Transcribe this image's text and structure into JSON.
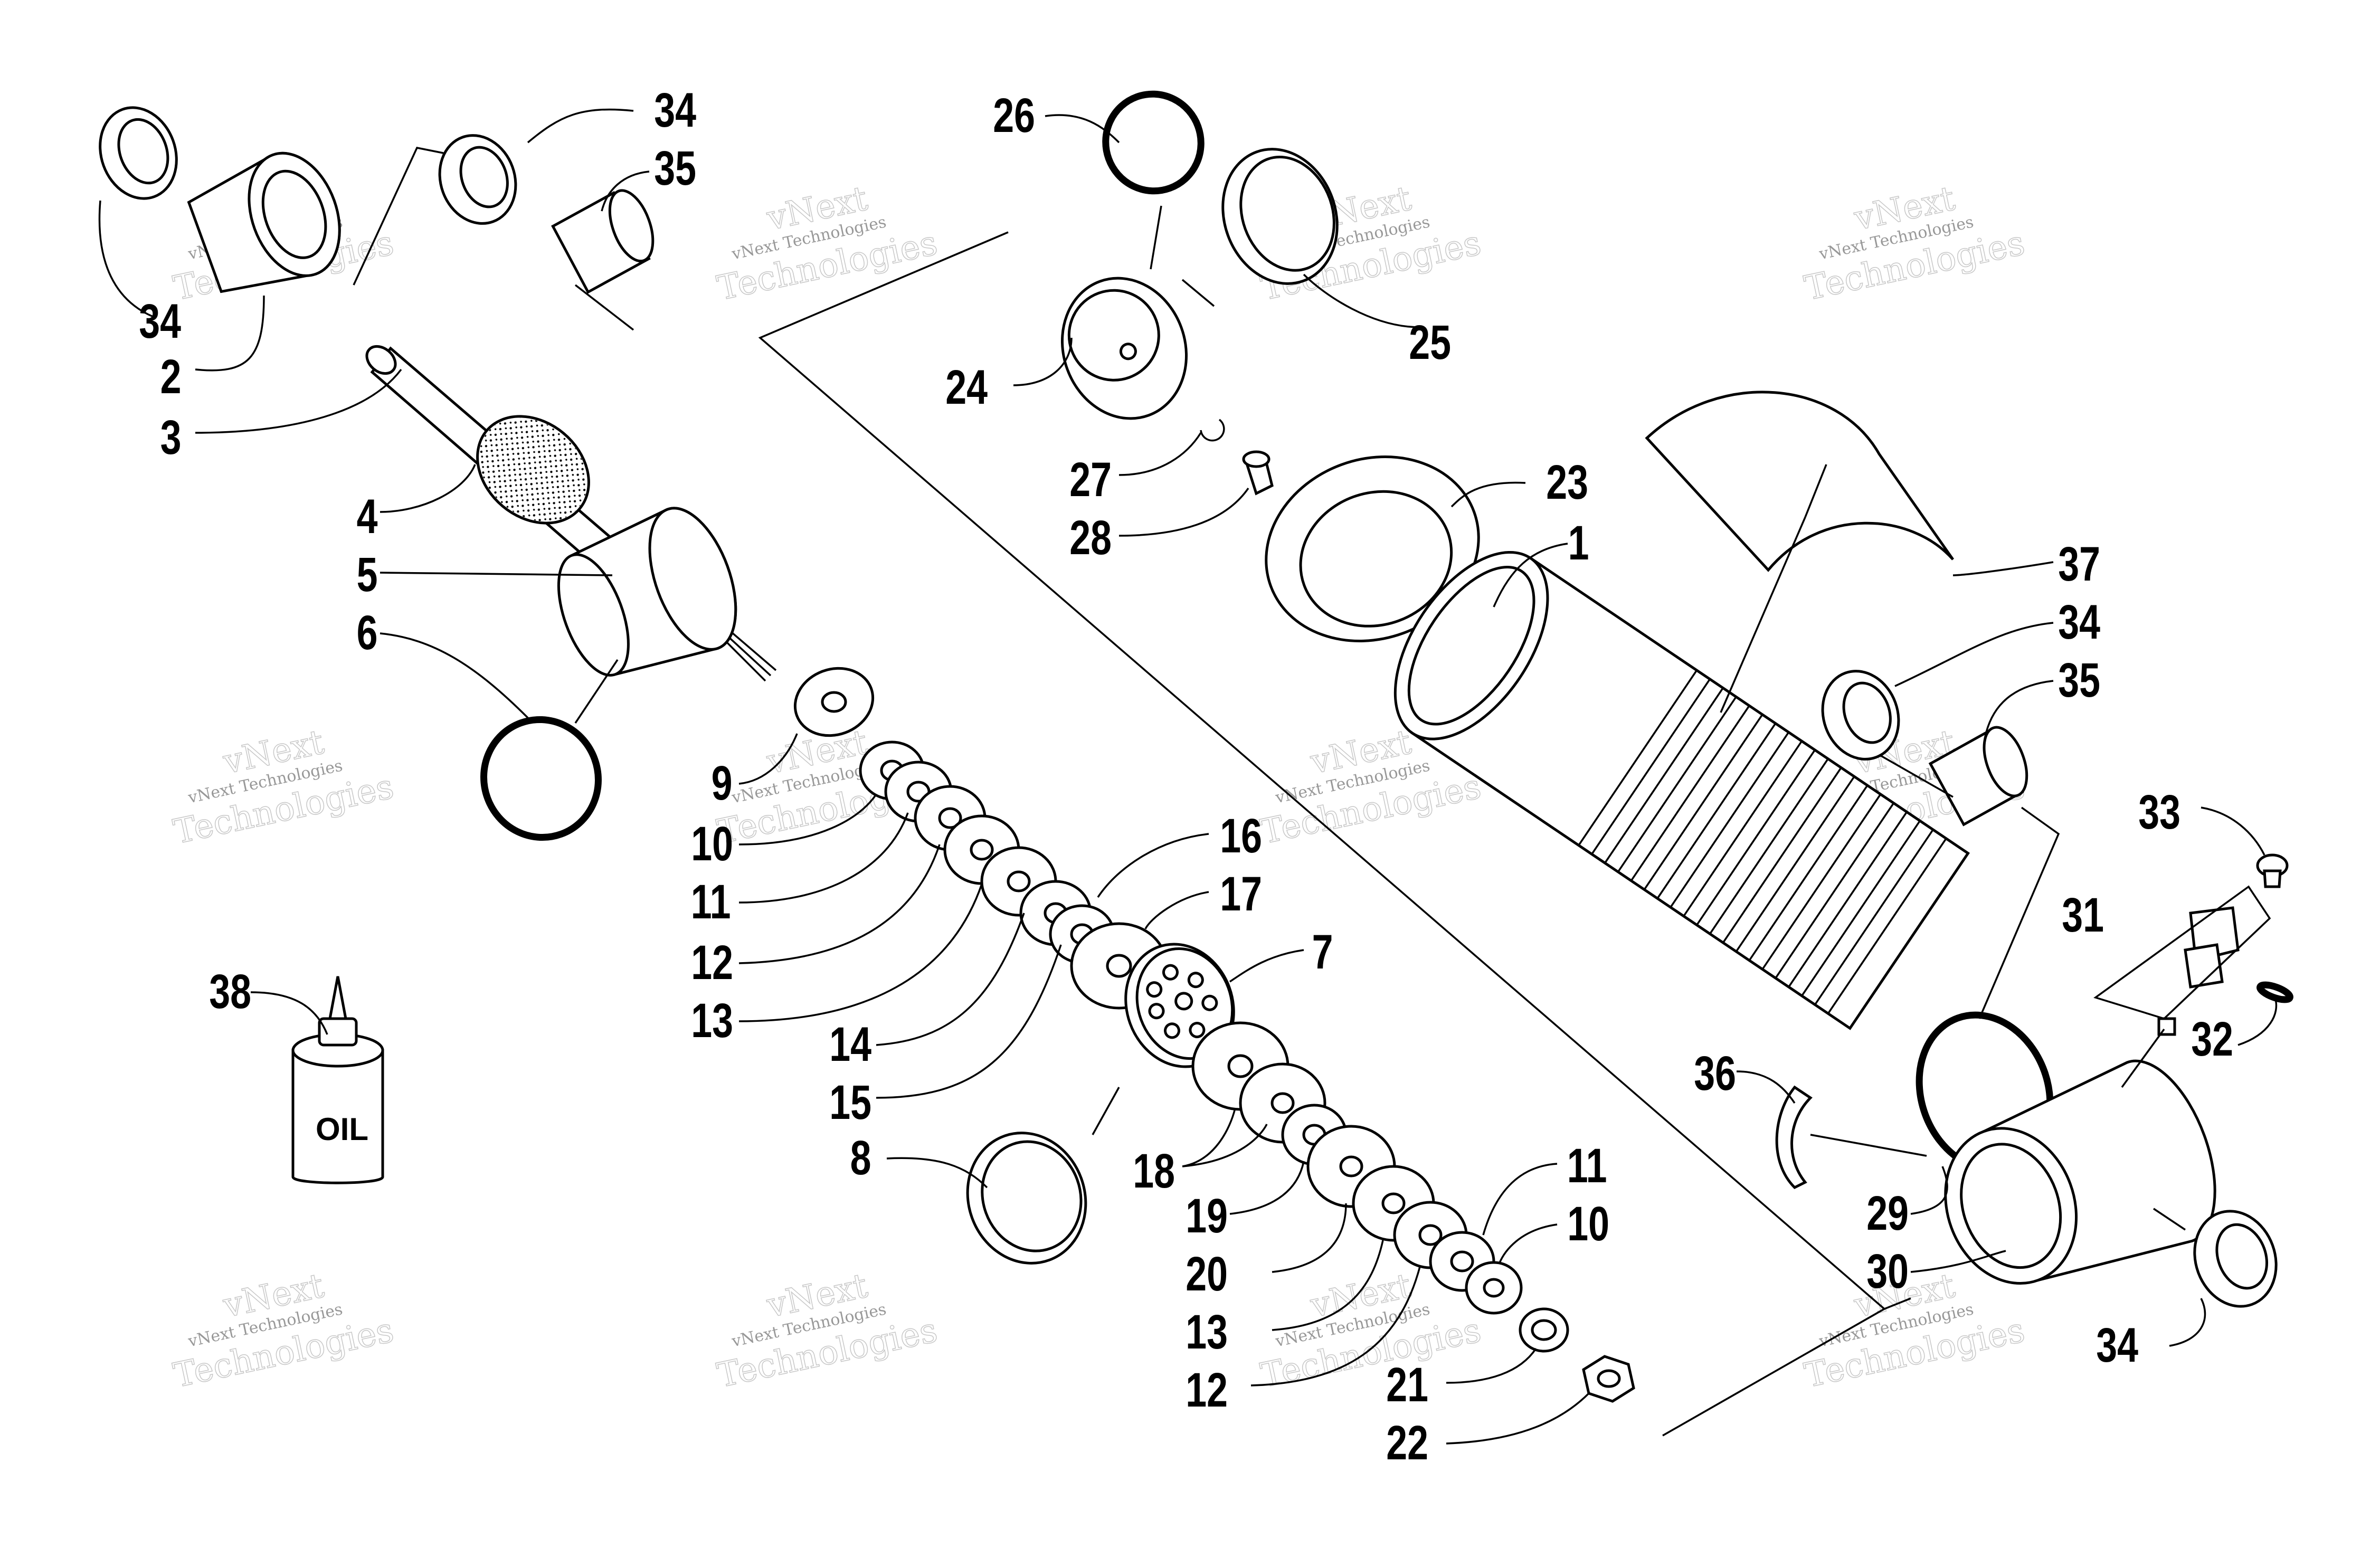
{
  "diagram": {
    "callouts": [
      {
        "id": "c34a",
        "text": "34"
      },
      {
        "id": "c35a",
        "text": "35"
      },
      {
        "id": "c34b",
        "text": "34"
      },
      {
        "id": "c2",
        "text": "2"
      },
      {
        "id": "c3",
        "text": "3"
      },
      {
        "id": "c4",
        "text": "4"
      },
      {
        "id": "c5",
        "text": "5"
      },
      {
        "id": "c6",
        "text": "6"
      },
      {
        "id": "c26",
        "text": "26"
      },
      {
        "id": "c25",
        "text": "25"
      },
      {
        "id": "c24",
        "text": "24"
      },
      {
        "id": "c27",
        "text": "27"
      },
      {
        "id": "c28",
        "text": "28"
      },
      {
        "id": "c23",
        "text": "23"
      },
      {
        "id": "c1",
        "text": "1"
      },
      {
        "id": "c37",
        "text": "37"
      },
      {
        "id": "c34c",
        "text": "34"
      },
      {
        "id": "c35b",
        "text": "35"
      },
      {
        "id": "c33",
        "text": "33"
      },
      {
        "id": "c31",
        "text": "31"
      },
      {
        "id": "c32",
        "text": "32"
      },
      {
        "id": "c9",
        "text": "9"
      },
      {
        "id": "c10a",
        "text": "10"
      },
      {
        "id": "c11a",
        "text": "11"
      },
      {
        "id": "c12a",
        "text": "12"
      },
      {
        "id": "c13a",
        "text": "13"
      },
      {
        "id": "c16",
        "text": "16"
      },
      {
        "id": "c17",
        "text": "17"
      },
      {
        "id": "c7",
        "text": "7"
      },
      {
        "id": "c14",
        "text": "14"
      },
      {
        "id": "c15",
        "text": "15"
      },
      {
        "id": "c38",
        "text": "38"
      },
      {
        "id": "c8",
        "text": "8"
      },
      {
        "id": "c18",
        "text": "18"
      },
      {
        "id": "c19",
        "text": "19"
      },
      {
        "id": "c20",
        "text": "20"
      },
      {
        "id": "c13b",
        "text": "13"
      },
      {
        "id": "c12b",
        "text": "12"
      },
      {
        "id": "c11b",
        "text": "11"
      },
      {
        "id": "c10b",
        "text": "10"
      },
      {
        "id": "c21",
        "text": "21"
      },
      {
        "id": "c22",
        "text": "22"
      },
      {
        "id": "c36",
        "text": "36"
      },
      {
        "id": "c29",
        "text": "29"
      },
      {
        "id": "c30",
        "text": "30"
      },
      {
        "id": "c34d",
        "text": "34"
      }
    ],
    "oil_bottle_label": "OIL",
    "watermark": {
      "line1": "vNext Technologies",
      "line2": "vNext",
      "line3": "Technologies"
    }
  }
}
